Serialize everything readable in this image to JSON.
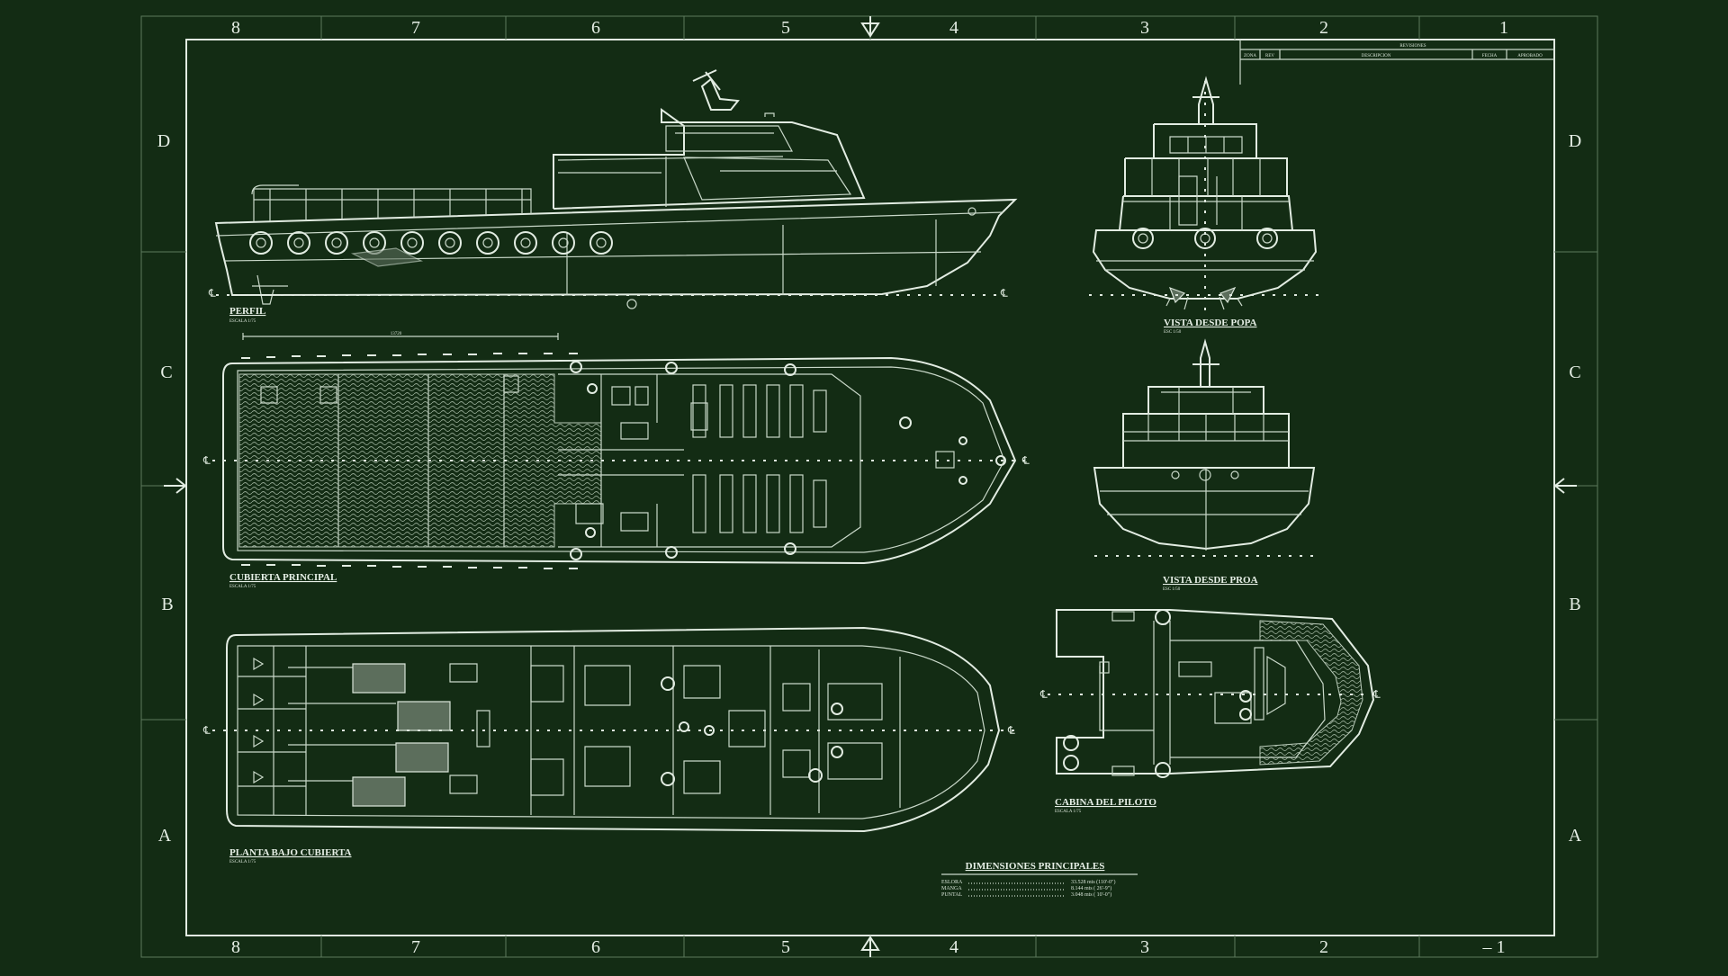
{
  "border": {
    "columns": [
      "8",
      "7",
      "6",
      "5",
      "4",
      "3",
      "2",
      "1"
    ],
    "bottom_last_label": "– 1",
    "rows": [
      "D",
      "C",
      "B",
      "A"
    ]
  },
  "views": {
    "profile": {
      "title": "PERFIL",
      "scale": "ESCALA 1/75"
    },
    "stern": {
      "title": "VISTA DESDE POPA",
      "scale": "ESC 1/50"
    },
    "main_deck": {
      "title": "CUBIERTA PRINCIPAL",
      "scale": "ESCALA 1/75"
    },
    "bow": {
      "title": "VISTA DESDE PROA",
      "scale": "ESC 1/50"
    },
    "below_deck": {
      "title": "PLANTA BAJO CUBIERTA",
      "scale": "ESCALA 1/75"
    },
    "pilot": {
      "title": "CABINA DEL PILOTO",
      "scale": "ESCALA 1/75"
    }
  },
  "dimensions": {
    "title": "DIMENSIONES PRINCIPALES",
    "rows": [
      {
        "label": "ESLORA",
        "value": "33.528 mts (110'-0\")"
      },
      {
        "label": "MANGA",
        "value": "8.144 mts ( 26'-9\")"
      },
      {
        "label": "PUNTAL",
        "value": "3.048 mts ( 10'-0\")"
      }
    ]
  },
  "title_block": {
    "header": "REVISIONES",
    "columns": [
      "ZONA",
      "REV",
      "DESCRIPCION",
      "FECHA",
      "APROBADO"
    ]
  },
  "deck_dimension": "13720",
  "colors": {
    "background": "#132c14",
    "lines": "#e2ece2"
  }
}
